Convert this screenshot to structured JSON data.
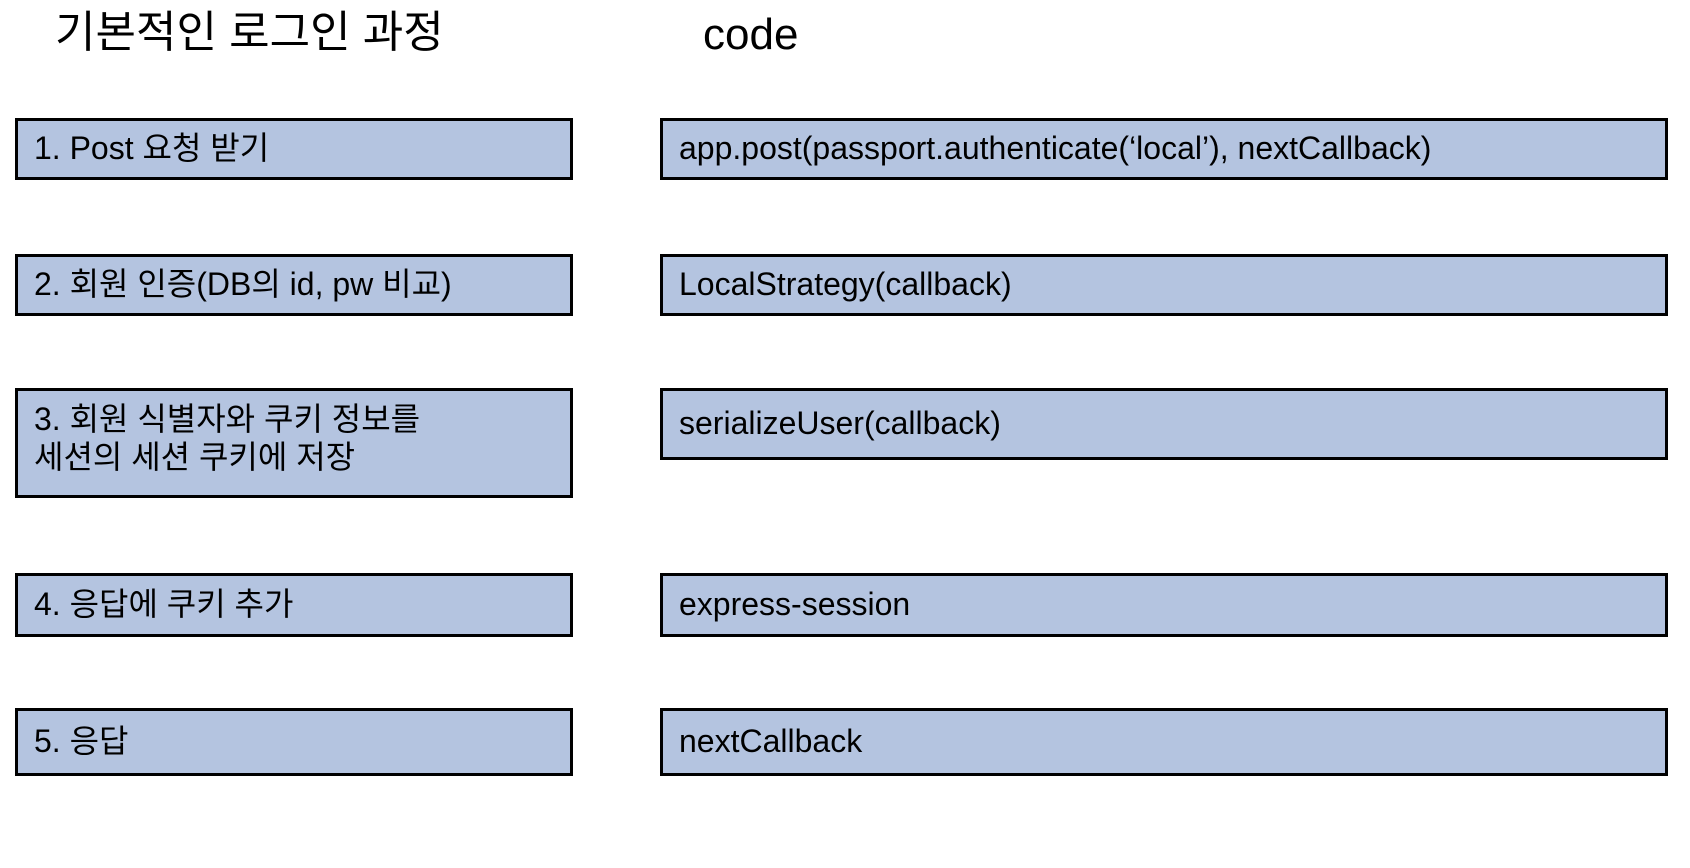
{
  "headings": {
    "left": "기본적인 로그인 과정",
    "right": "code"
  },
  "colors": {
    "box_fill": "#b4c4e0",
    "box_border": "#000000",
    "background": "#ffffff",
    "text": "#000000"
  },
  "steps": [
    {
      "number": "1",
      "process": "1. Post 요청 받기",
      "code": "app.post(passport.authenticate(‘local’), nextCallback)"
    },
    {
      "number": "2",
      "process": "2. 회원 인증(DB의 id, pw 비교)",
      "code": "LocalStrategy(callback)"
    },
    {
      "number": "3",
      "process": "3. 회원 식별자와 쿠키 정보를\n세션의 세션 쿠키에 저장",
      "code": "serializeUser(callback)"
    },
    {
      "number": "4",
      "process": "4. 응답에 쿠키 추가",
      "code": "express-session"
    },
    {
      "number": "5",
      "process": "5. 응답",
      "code": "nextCallback"
    }
  ]
}
